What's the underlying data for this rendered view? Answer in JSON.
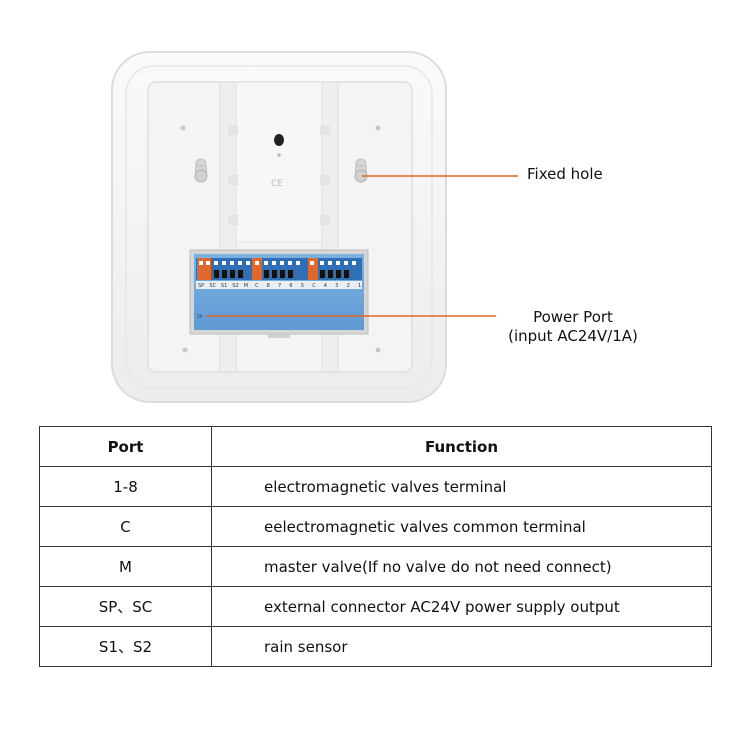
{
  "callouts": {
    "fixed_hole": "Fixed hole",
    "power_port_line1": "Power Port",
    "power_port_line2": "(input AC24V/1A)"
  },
  "device": {
    "ce_mark": "CE",
    "terminal_labels": [
      "SP",
      "SC",
      "S1",
      "S2",
      "M",
      "C",
      "8",
      "7",
      "6",
      "5",
      "C",
      "4",
      "3",
      "2",
      "1"
    ],
    "board_mark": "ZX",
    "accent_color": "#e2672a"
  },
  "table": {
    "headers": [
      "Port",
      "Function"
    ],
    "rows": [
      {
        "port": "1-8",
        "function": "electromagnetic valves terminal"
      },
      {
        "port": "C",
        "function": "eelectromagnetic valves  common terminal"
      },
      {
        "port": "M",
        "function": "master valve(If no valve do not need connect)"
      },
      {
        "port": "SP、SC",
        "function": "external connector AC24V power supply output"
      },
      {
        "port": "S1、S2",
        "function": "rain sensor"
      }
    ]
  }
}
